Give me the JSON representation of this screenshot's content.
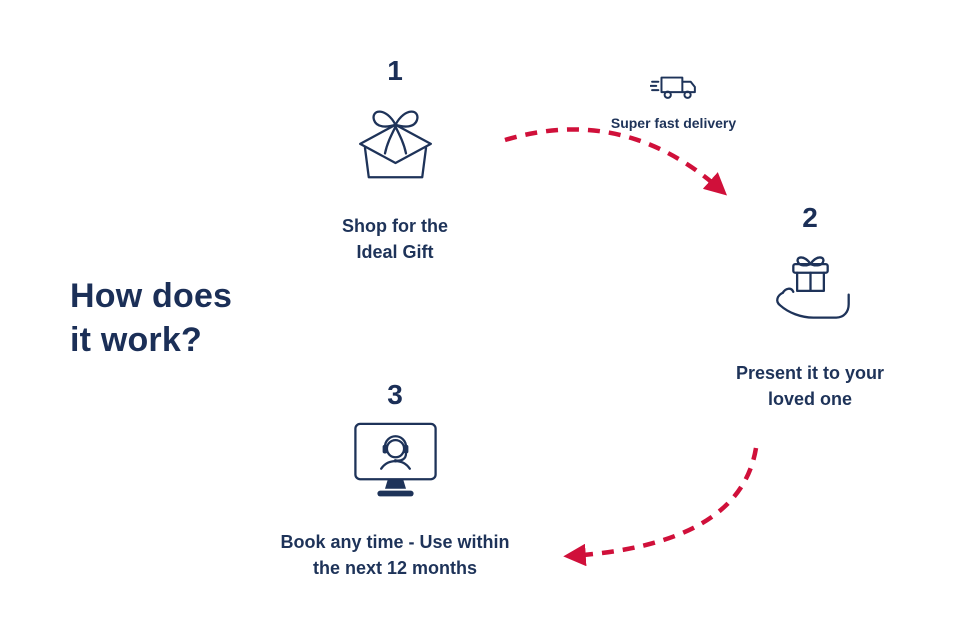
{
  "colors": {
    "navy": "#1e3359",
    "heading_navy": "#1b2f57",
    "arrow_red": "#d0103a",
    "background": "#ffffff"
  },
  "heading": {
    "line1": "How does",
    "line2": "it work?"
  },
  "delivery": {
    "icon": "delivery-truck-icon",
    "label": "Super fast delivery"
  },
  "steps": [
    {
      "number": "1",
      "icon": "gift-box-icon",
      "label_line1": "Shop for the",
      "label_line2": "Ideal Gift"
    },
    {
      "number": "2",
      "icon": "hand-holding-gift-icon",
      "label_line1": "Present it to your",
      "label_line2": "loved one"
    },
    {
      "number": "3",
      "icon": "support-monitor-icon",
      "label_line1": "Book any time - Use within",
      "label_line2": "the next 12 months"
    }
  ],
  "arrows": [
    {
      "name": "arrow-step1-to-step2",
      "style": "dashed",
      "color": "#d0103a"
    },
    {
      "name": "arrow-step2-to-step3",
      "style": "dashed",
      "color": "#d0103a"
    }
  ]
}
